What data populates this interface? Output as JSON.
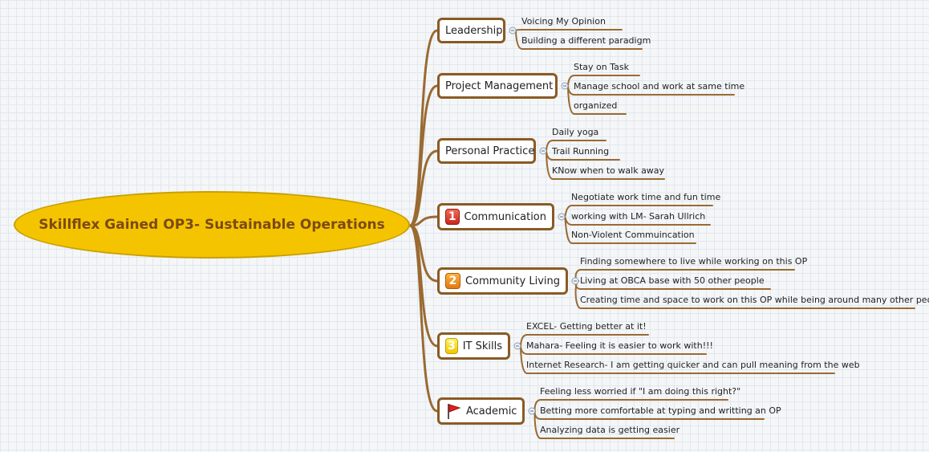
{
  "central_topic": "Skillflex Gained OP3- Sustainable Operations",
  "branches": [
    {
      "label": "Leadership",
      "marker": null,
      "subtopics": [
        "Voicing My Opinion",
        "Building a different paradigm"
      ]
    },
    {
      "label": "Project Management",
      "marker": null,
      "subtopics": [
        "Stay on Task",
        "Manage school and work at same time",
        "organized"
      ]
    },
    {
      "label": "Personal Practice",
      "marker": null,
      "subtopics": [
        "Daily yoga",
        "Trail Running",
        "KNow when to walk away"
      ]
    },
    {
      "label": "Communication",
      "marker": "1",
      "subtopics": [
        "Negotiate work time and fun time",
        "working with LM- Sarah Ullrich",
        "Non-Violent Commuincation"
      ]
    },
    {
      "label": "Community Living",
      "marker": "2",
      "subtopics": [
        "Finding somewhere to live while working on this OP",
        "Living at OBCA base with 50 other people",
        "Creating time and space to work on this OP while being around many other people"
      ]
    },
    {
      "label": "IT Skills",
      "marker": "3",
      "subtopics": [
        "EXCEL- Getting better at it!",
        "Mahara- Feeling it is easier to work with!!!",
        "Internet Research- I am getting quicker and can pull meaning from the web"
      ]
    },
    {
      "label": "Academic",
      "marker": "flag",
      "subtopics": [
        "Feeling less worried if \"I am doing this right?\"",
        "Betting more comfortable at typing and writting an OP",
        "Analyzing data is getting easier"
      ]
    }
  ],
  "colors": {
    "central_fill": "#f5c400",
    "central_text": "#7a4a12",
    "connector": "#9a6a32",
    "marker_1": "#d83a2c",
    "marker_2": "#f08a20",
    "marker_3": "#f5d000",
    "flag": "#e02020"
  }
}
